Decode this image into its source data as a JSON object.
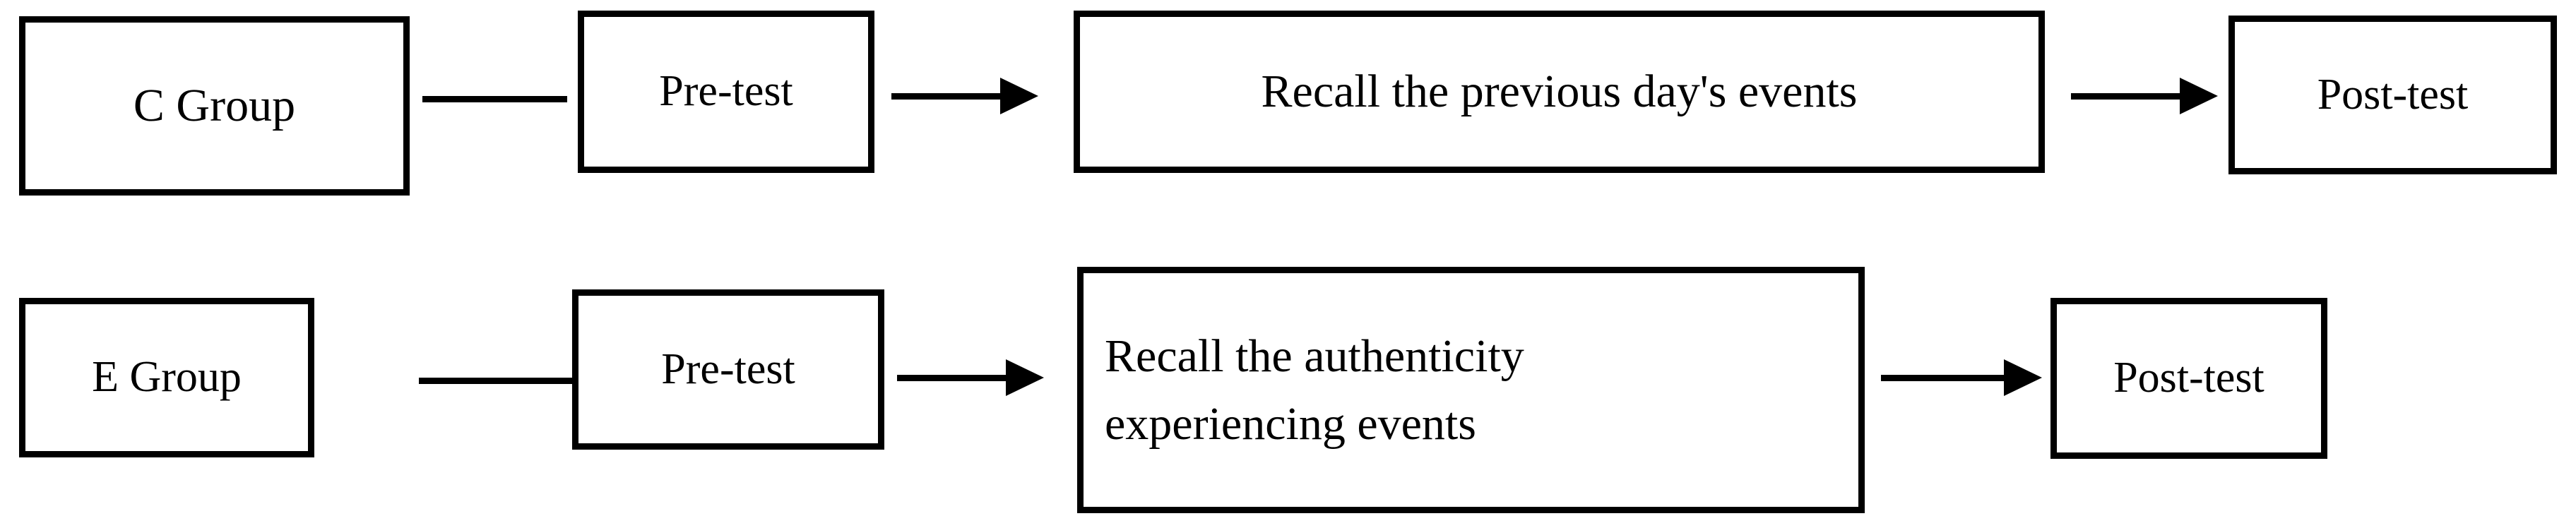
{
  "diagram": {
    "type": "experiment-flow-diagram",
    "colors": {
      "stroke": "#000000",
      "background": "#ffffff",
      "text": "#000000"
    },
    "rows": [
      {
        "id": "control-row",
        "nodes": [
          {
            "id": "c-group",
            "label": "C Group"
          },
          {
            "id": "pre-test-1",
            "label": "Pre-test"
          },
          {
            "id": "recall-1",
            "label": "Recall the previous day's events"
          },
          {
            "id": "post-test-1",
            "label": "Post-test"
          }
        ],
        "connectors": [
          {
            "id": "c-to-pre",
            "style": "line"
          },
          {
            "id": "pre1-to-recall1",
            "style": "arrow"
          },
          {
            "id": "recall1-to-post1",
            "style": "arrow"
          }
        ]
      },
      {
        "id": "experimental-row",
        "nodes": [
          {
            "id": "e-group",
            "label": "E Group"
          },
          {
            "id": "pre-test-2",
            "label": "Pre-test"
          },
          {
            "id": "recall-2",
            "label": "Recall the authenticity experiencing events",
            "line1": "Recall the authenticity",
            "line2": "experiencing events"
          },
          {
            "id": "post-test-2",
            "label": "Post-test"
          }
        ],
        "connectors": [
          {
            "id": "e-to-pre",
            "style": "line"
          },
          {
            "id": "pre2-to-recall2",
            "style": "arrow"
          },
          {
            "id": "recall2-to-post2",
            "style": "arrow"
          }
        ]
      }
    ]
  }
}
